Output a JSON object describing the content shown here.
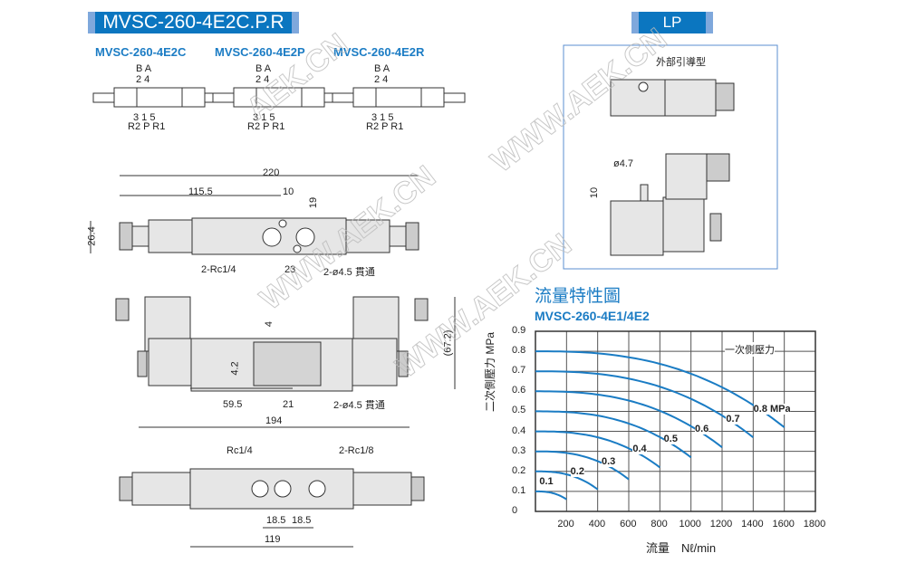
{
  "title": "MVSC-260-4E2C.P.R",
  "schematics": [
    {
      "name": "MVSC-260-4E2C",
      "top_letters": "B A",
      "top_ports": "2 4",
      "bottom_ports": "3 1 5",
      "bottom_letters": "R2 P R1"
    },
    {
      "name": "MVSC-260-4E2P",
      "top_letters": "B A",
      "top_ports": "2 4",
      "bottom_ports": "3 1 5",
      "bottom_letters": "R2 P R1"
    },
    {
      "name": "MVSC-260-4E2R",
      "top_letters": "B A",
      "top_ports": "2 4",
      "bottom_ports": "3 1 5",
      "bottom_letters": "R2 P R1"
    }
  ],
  "top_view": {
    "overall": "220",
    "to_port": "115.5",
    "pitch": "10",
    "offset": "19",
    "height": "26.4",
    "port_label": "2-Rc1/4",
    "port_spacing": "23",
    "hole_label": "2-ø4.5 貫通"
  },
  "front_view": {
    "d4": "4",
    "d42": "4.2",
    "d595": "59.5",
    "d21": "21",
    "hole_label": "2-ø4.5 貫通",
    "height": "(67.2)",
    "overall": "194"
  },
  "bottom_view": {
    "port1": "Rc1/4",
    "port2": "2-Rc1/8",
    "s1": "18.5",
    "s2": "18.5",
    "overall": "119"
  },
  "lp": {
    "title": "LP",
    "pilot_label": "外部引導型",
    "diameter": "ø4.7",
    "height": "10"
  },
  "watermark": "WWW.AEK.CN",
  "chart_data": {
    "type": "line",
    "title": "流量特性圖",
    "subtitle": "MVSC-260-4E1/4E2",
    "xlabel": "流量　Nℓ/min",
    "ylabel": "二次側壓力 MPa",
    "legend_label": "一次側壓力",
    "xlim": [
      0,
      1800
    ],
    "ylim": [
      0,
      0.9
    ],
    "xticks": [
      "200",
      "400",
      "600",
      "800",
      "1000",
      "1200",
      "1400",
      "1600",
      "1800"
    ],
    "yticks": [
      "0",
      "0.1",
      "0.2",
      "0.3",
      "0.4",
      "0.5",
      "0.6",
      "0.7",
      "0.8",
      "0.9"
    ],
    "grid": true,
    "series": [
      {
        "name": "0.1",
        "label": "0.1",
        "start": 0.1,
        "end_flow": 200,
        "end_pressure": 0.06
      },
      {
        "name": "0.2",
        "label": "0.2",
        "start": 0.2,
        "end_flow": 400,
        "end_pressure": 0.11
      },
      {
        "name": "0.3",
        "label": "0.3",
        "start": 0.3,
        "end_flow": 600,
        "end_pressure": 0.16
      },
      {
        "name": "0.4",
        "label": "0.4",
        "start": 0.4,
        "end_flow": 800,
        "end_pressure": 0.22
      },
      {
        "name": "0.5",
        "label": "0.5",
        "start": 0.5,
        "end_flow": 1000,
        "end_pressure": 0.27
      },
      {
        "name": "0.6",
        "label": "0.6",
        "start": 0.6,
        "end_flow": 1200,
        "end_pressure": 0.32
      },
      {
        "name": "0.7",
        "label": "0.7",
        "start": 0.7,
        "end_flow": 1400,
        "end_pressure": 0.37
      },
      {
        "name": "0.8",
        "label": "0.8 MPa",
        "start": 0.8,
        "end_flow": 1600,
        "end_pressure": 0.42
      }
    ],
    "line_color": "#1a7cc4"
  }
}
